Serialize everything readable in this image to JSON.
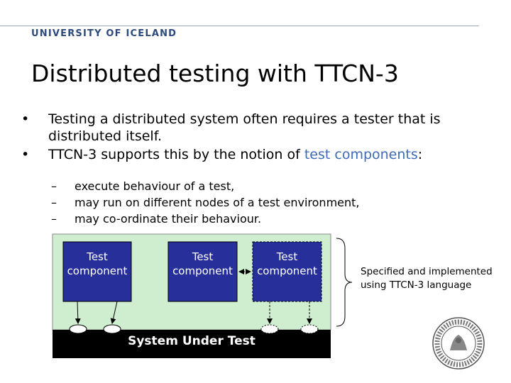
{
  "header": {
    "university": "UNIVERSITY OF ICELAND"
  },
  "slide": {
    "title": "Distributed testing with TTCN-3"
  },
  "bullets": {
    "b1": "Testing a distributed system often requires a tester that is distributed itself.",
    "b2_before": "TTCN-3 supports this by the notion of ",
    "b2_highlight": "test components",
    "b2_after": ":",
    "bullet_glyph": "•",
    "sub_glyph": "–",
    "subs": [
      "execute behaviour of a test,",
      "may run on different nodes of a test environment,",
      "may co-ordinate their behaviour."
    ]
  },
  "diagram": {
    "components": [
      {
        "line1": "Test",
        "line2": "component"
      },
      {
        "line1": "Test",
        "line2": "component"
      },
      {
        "line1": "Test",
        "line2": "component"
      }
    ],
    "sut_label": "System Under Test",
    "note_line1": "Specified and implemented",
    "note_line2": "using TTCN-3 language",
    "colors": {
      "background": "#cfeecf",
      "component_fill": "#27309a",
      "sut_fill": "#000000",
      "title_blue": "#2d4a7c",
      "highlight": "#3d6bb8"
    }
  }
}
